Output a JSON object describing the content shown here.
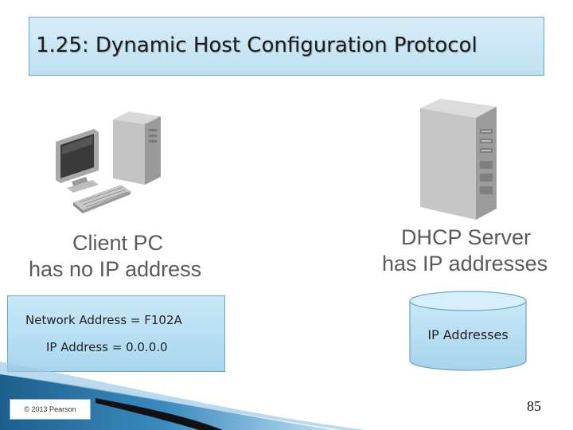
{
  "title": "1.25: Dynamic Host Configuration Protocol",
  "client": {
    "label_line1": "Client PC",
    "label_line2": "has no IP address",
    "icon": "desktop-computer-icon"
  },
  "server": {
    "label_line1": "DHCP Server",
    "label_line2": "has IP addresses",
    "icon": "server-tower-icon"
  },
  "address_box": {
    "network_address": "Network Address = F102A",
    "ip_address": "IP Address = 0.0.0.0"
  },
  "ip_pool": {
    "label": "IP Addresses",
    "icon": "database-cylinder-icon"
  },
  "copyright": "© 2013 Pearson",
  "page_number": "85",
  "colors": {
    "title_fill": "#c8e6f5",
    "box_fill": "#b8def2",
    "border": "#6aa6c8",
    "label_gray": "#5a5a5a"
  }
}
